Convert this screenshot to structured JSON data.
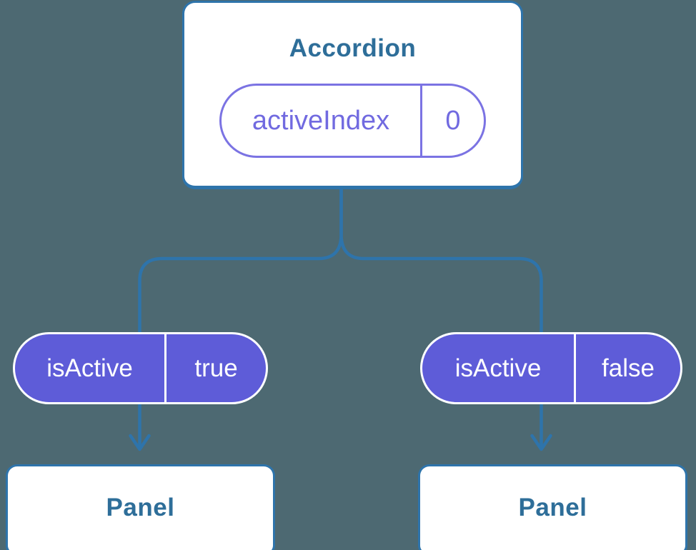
{
  "colors": {
    "background": "#4d6972",
    "connector_blue": "#2e74ab",
    "card_background": "#ffffff",
    "card_border": "#2e74ab",
    "heading_text": "#2e6e99",
    "prop_pill_purple": "#716ae0",
    "prop_pill_border": "#7b73e3",
    "state_pill_fill": "#5e5cd8",
    "state_pill_text": "#ffffff"
  },
  "tree": {
    "root": {
      "label": "Accordion",
      "prop": {
        "name": "activeIndex",
        "value": "0"
      }
    },
    "children": [
      {
        "state": {
          "name": "isActive",
          "value": "true"
        },
        "label": "Panel"
      },
      {
        "state": {
          "name": "isActive",
          "value": "false"
        },
        "label": "Panel"
      }
    ]
  }
}
